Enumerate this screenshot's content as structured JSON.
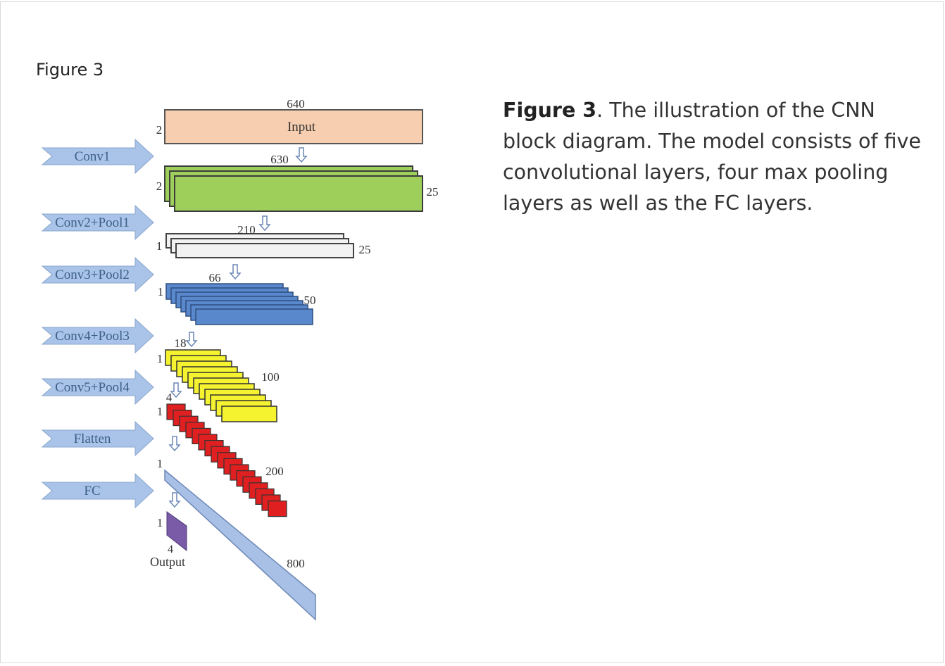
{
  "figure_label": "Figure 3",
  "caption": {
    "bold": "Figure 3",
    "text": ". The illustration of the CNN block diagram. The model consists of five convolutional layers, four max pooling layers as well as the FC layers."
  },
  "diagram": {
    "stage_labels": [
      "Conv1",
      "Conv2+Pool1",
      "Conv3+Pool2",
      "Conv4+Pool3",
      "Conv5+Pool4",
      "Flatten",
      "FC"
    ],
    "input": {
      "label": "Input",
      "width": "640",
      "height": "2"
    },
    "conv1": {
      "width": "630",
      "height": "2",
      "depth": "25"
    },
    "conv2": {
      "width": "210",
      "height": "1",
      "depth": "25"
    },
    "conv3": {
      "width": "66",
      "height": "1",
      "depth": "50"
    },
    "conv4": {
      "width": "18",
      "height": "1",
      "depth": "100"
    },
    "conv5": {
      "width": "4",
      "height": "1",
      "depth": "200"
    },
    "flatten": {
      "height": "1",
      "length": "800"
    },
    "output": {
      "label": "Output",
      "height": "1",
      "width": "4"
    },
    "colors": {
      "input": "#f7cfb0",
      "conv1": "#9ecf5a",
      "conv2": "#f2f2f2",
      "conv3": "#5a88cc",
      "conv4": "#f5f230",
      "conv5": "#e02020",
      "flatten": "#a8c0e6",
      "output": "#7a5ba8",
      "stage_arrow": "#a9c4e8"
    }
  }
}
